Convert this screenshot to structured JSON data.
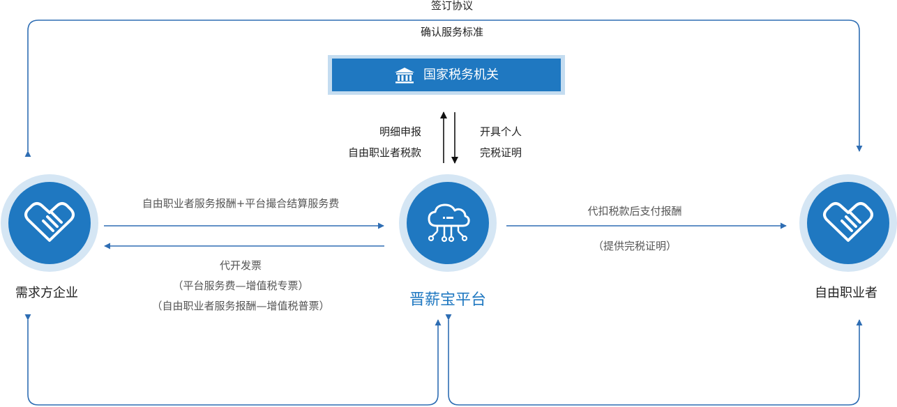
{
  "colors": {
    "accent": "#1f78c1",
    "halo": "#d5e6f4",
    "connector": "#2e6db3",
    "label_gray": "#555555"
  },
  "top_loop": {
    "label_top": "签订协议",
    "label_bottom": "确认服务标准"
  },
  "tax_authority": {
    "title": "国家税务机关",
    "icon": "bank-icon"
  },
  "declare": {
    "line1": "明细申报",
    "line2": "自由职业者税款"
  },
  "certificate": {
    "line1": "开具个人",
    "line2": "完税证明"
  },
  "nodes": {
    "enterprise": {
      "label": "需求方企业",
      "icon": "handshake-icon"
    },
    "platform": {
      "label": "晋薪宝平台",
      "icon": "cloud-network-icon"
    },
    "freelancer": {
      "label": "自由职业者",
      "icon": "handshake-icon"
    }
  },
  "flows": {
    "payment_label": "自由职业者服务报酬+平台撮合结算服务费",
    "invoice": {
      "title": "代开发票",
      "line1": "（平台服务费—增值税专票）",
      "line2": "（自由职业者服务报酬—增值税普票）"
    },
    "payout": {
      "label": "代扣税款后支付报酬",
      "note": "（提供完税证明）"
    }
  }
}
